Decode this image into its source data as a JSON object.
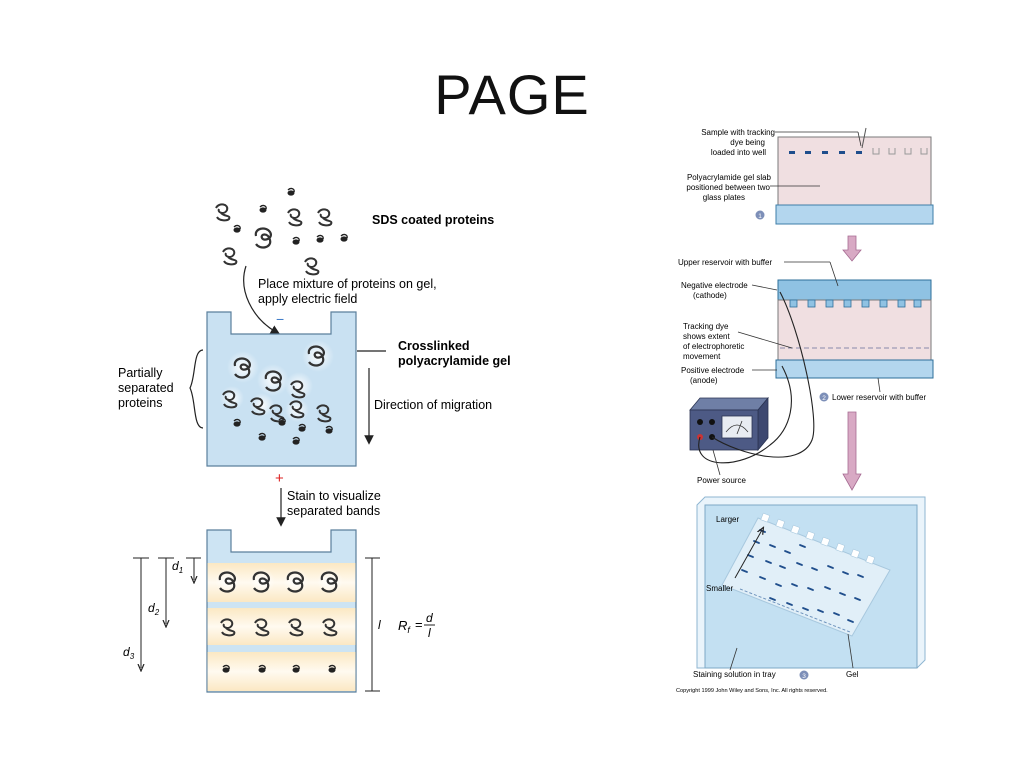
{
  "slide": {
    "title": "PAGE"
  },
  "left_figure": {
    "sds_label": "SDS coated proteins",
    "step1_line1": "Place mixture of proteins on gel,",
    "step1_line2": "apply electric field",
    "minus_sign": "−",
    "gel_label_line1": "Crosslinked",
    "gel_label_line2": "polyacrylamide gel",
    "partial_line1": "Partially",
    "partial_line2": "separated",
    "partial_line3": "proteins",
    "direction_label": "Direction of migration",
    "plus_sign": "+",
    "step2_line1": "Stain to visualize",
    "step2_line2": "separated bands",
    "d1": "d",
    "d1_sub": "1",
    "d2": "d",
    "d2_sub": "2",
    "d3": "d",
    "d3_sub": "3",
    "l_label": "l",
    "rf_main": "R",
    "rf_sub": "f",
    "rf_eq": "=",
    "rf_num": "d",
    "rf_den": "l"
  },
  "right_figure": {
    "sample_line1": "Sample with tracking",
    "sample_line2": "dye being",
    "sample_line3": "loaded into well",
    "slab_line1": "Polyacrylamide gel slab",
    "slab_line2": "positioned between two",
    "slab_line3": "glass plates",
    "step1_num": "1",
    "upper_reservoir": "Upper reservoir with buffer",
    "neg_line1": "Negative electrode",
    "neg_line2": "(cathode)",
    "dye_line1": "Tracking dye",
    "dye_line2": "shows extent",
    "dye_line3": "of electrophoretic",
    "dye_line4": "movement",
    "pos_line1": "Positive electrode",
    "pos_line2": "(anode)",
    "step2_num": "2",
    "lower_reservoir": "Lower reservoir with buffer",
    "power_source": "Power source",
    "larger": "Larger",
    "smaller": "Smaller",
    "staining": "Staining solution in tray",
    "step3_num": "3",
    "gel": "Gel",
    "copyright": "Copyright 1999 John Wiley and Sons, Inc. All rights reserved."
  }
}
